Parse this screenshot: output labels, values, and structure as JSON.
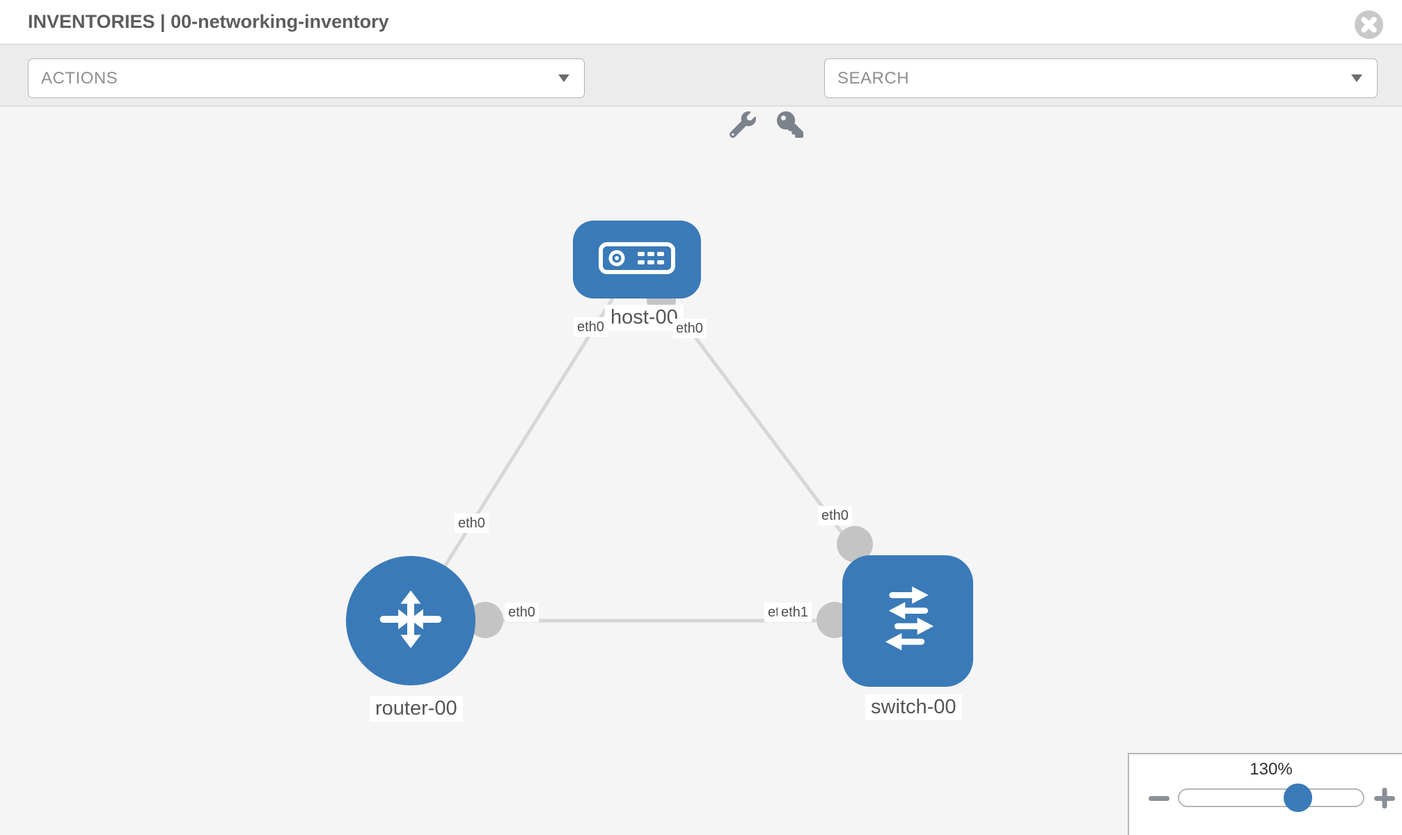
{
  "header": {
    "title": "INVENTORIES | 00-networking-inventory",
    "close_icon": "close-icon"
  },
  "toolbar": {
    "actions_label": "ACTIONS",
    "search_placeholder": "SEARCH",
    "icons": [
      "wrench-icon",
      "key-icon"
    ]
  },
  "canvas": {
    "nodes": [
      {
        "name": "host-00",
        "type": "host",
        "icon": "server-icon"
      },
      {
        "name": "router-00",
        "type": "router",
        "icon": "router-arrows-icon"
      },
      {
        "name": "switch-00",
        "type": "switch",
        "icon": "switch-arrows-icon"
      }
    ],
    "links": [
      {
        "source": "host-00",
        "source_interface": "eth0",
        "target": "router-00",
        "target_interface": "eth0"
      },
      {
        "source": "host-00",
        "source_interface": "eth0",
        "target": "switch-00",
        "target_interface": "eth0"
      },
      {
        "source": "router-00",
        "source_interface": "eth0",
        "target": "switch-00",
        "target_interface": "eth1"
      }
    ],
    "interface_labels": {
      "host_left": "eth0",
      "host_right": "eth0",
      "host_router_mid": "eth0",
      "host_switch_mid": "eth0",
      "rs_near_router": "eth0",
      "rs_near_switch_back": "eth0",
      "rs_near_switch_front": "eth1"
    }
  },
  "zoom_control": {
    "level": "130%",
    "percent": 130,
    "icons": [
      "minus-icon",
      "plus-icon"
    ]
  },
  "colors": {
    "node_blue": "#3a7ab8",
    "edge_gray": "#d7d7d7",
    "interface_dot_gray": "#c4c4c4",
    "toolbar_bg": "#ececec",
    "canvas_bg": "#f5f5f5",
    "icon_gray": "#7b828c",
    "title_gray": "#5d5d5d"
  }
}
